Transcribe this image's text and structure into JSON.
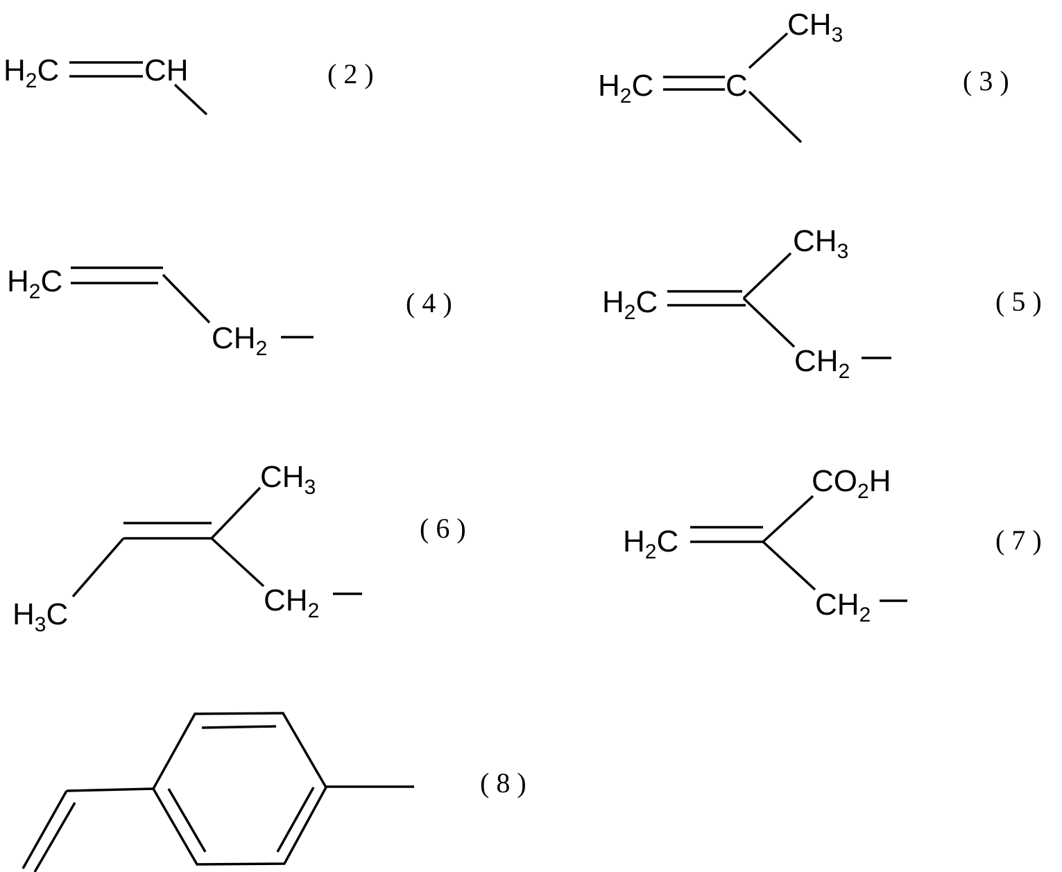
{
  "compounds": [
    {
      "label": "( 2 )",
      "atoms": {
        "a1": "H",
        "a1sub": "2",
        "a1b": "C",
        "a2": "CH"
      }
    },
    {
      "label": "( 3 )",
      "atoms": {
        "a1": "H",
        "a1sub": "2",
        "a1b": "C",
        "a2": "C",
        "a3": "CH",
        "a3sub": "3"
      }
    },
    {
      "label": "( 4 )",
      "atoms": {
        "a1": "H",
        "a1sub": "2",
        "a1b": "C",
        "a2": "CH",
        "a2sub": "2"
      }
    },
    {
      "label": "( 5 )",
      "atoms": {
        "a1": "H",
        "a1sub": "2",
        "a1b": "C",
        "a3": "CH",
        "a3sub": "3",
        "a2": "CH",
        "a2sub": "2"
      }
    },
    {
      "label": "( 6 )",
      "atoms": {
        "a1": "H",
        "a1sub": "3",
        "a1b": "C",
        "a3": "CH",
        "a3sub": "3",
        "a2": "CH",
        "a2sub": "2"
      }
    },
    {
      "label": "( 7 )",
      "atoms": {
        "a1": "H",
        "a1sub": "2",
        "a1b": "C",
        "a3": "CO",
        "a3sub": "2",
        "a3b": "H",
        "a2": "CH",
        "a2sub": "2"
      }
    },
    {
      "label": "( 8 )"
    }
  ]
}
